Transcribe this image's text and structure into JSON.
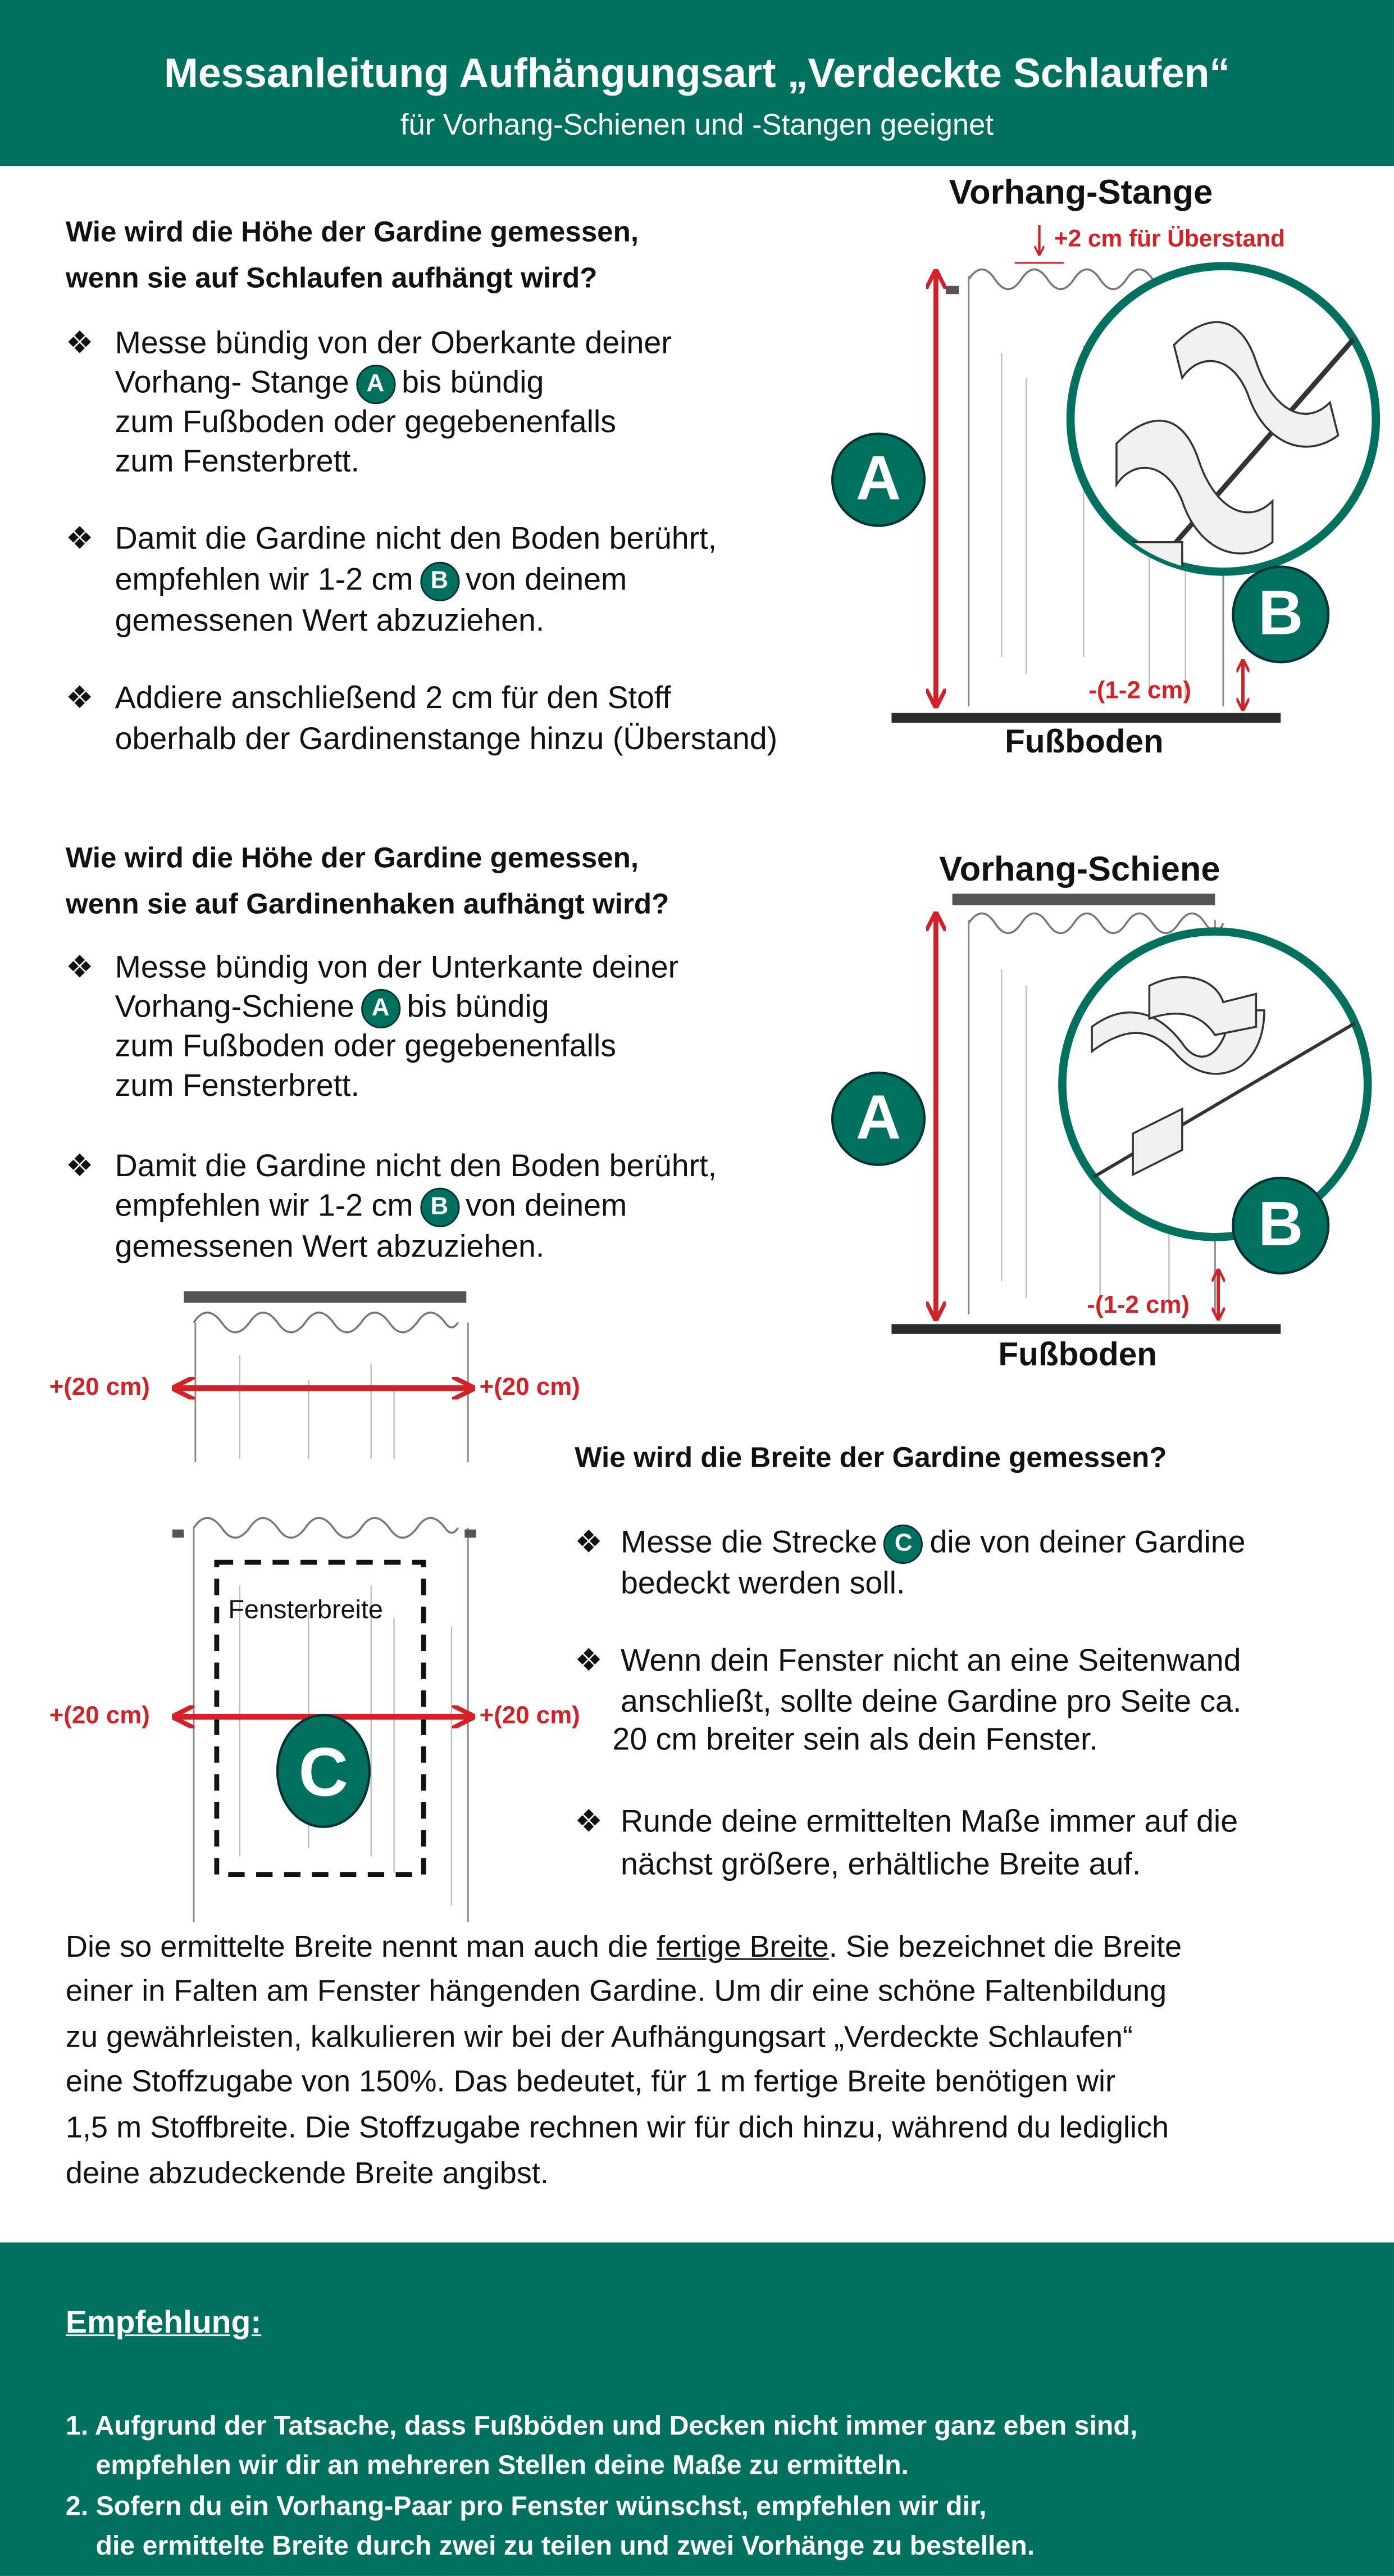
{
  "header": {
    "title": "Messanleitung Aufhängungsart „Verdeckte Schlaufen“",
    "subtitle": "für Vorhang-Schienen und -Stangen geeignet"
  },
  "colors": {
    "brand": "#00705f",
    "accent_red": "#d22228"
  },
  "bullet_icon": "diamond-bullet-icon",
  "section1": {
    "heading": [
      "Wie wird die Höhe der Gardine gemessen,",
      "wenn sie auf Schlaufen aufhängt wird?"
    ],
    "b1": {
      "l1": "Messe bündig von  der Oberkante deiner",
      "l2a": "Vorhang- Stange",
      "badge": "A",
      "l2b": "bis bündig",
      "l3": "zum Fußboden oder gegebenenfalls",
      "l4": "zum Fensterbrett."
    },
    "b2": {
      "l1": "Damit die Gardine nicht den Boden berührt,",
      "l2a": "empfehlen wir 1-2 cm",
      "badge": "B",
      "l2b": "von deinem",
      "l3": "gemessenen Wert abzuziehen."
    },
    "b3": {
      "l1": "Addiere anschließend 2 cm für den Stoff",
      "l2": "oberhalb der Gardinenstange hinzu (Überstand)"
    },
    "diagram": {
      "rod_label": "Vorhang-Stange",
      "overhang": "+2 cm für Überstand",
      "label_a": "A",
      "label_b": "B",
      "gap": "-(1-2 cm)",
      "floor": "Fußboden"
    }
  },
  "section2": {
    "heading": [
      "Wie wird die Höhe der Gardine gemessen,",
      "wenn sie auf Gardinenhaken aufhängt wird?"
    ],
    "b1": {
      "l1": "Messe bündig von der Unterkante deiner",
      "l2a": "Vorhang-Schiene",
      "badge": "A",
      "l2b": "bis bündig",
      "l3": "zum Fußboden oder gegebenenfalls",
      "l4": "zum Fensterbrett."
    },
    "b2": {
      "l1": "Damit die Gardine nicht den Boden berührt,",
      "l2a": "empfehlen wir 1-2 cm",
      "badge": "B",
      "l2b": "von deinem",
      "l3": "gemessenen Wert abzuziehen."
    },
    "diagram": {
      "rail_label": "Vorhang-Schiene",
      "label_a": "A",
      "label_b": "B",
      "gap": "-(1-2 cm)",
      "floor": "Fußboden"
    }
  },
  "section3": {
    "heading": "Wie wird die Breite der Gardine gemessen?",
    "b1": {
      "l1a": "Messe die Strecke",
      "badge": "C",
      "l1b": "die von deiner Gardine",
      "l2": "bedeckt werden soll."
    },
    "b2": {
      "l1": "Wenn dein Fenster nicht an eine Seitenwand",
      "l2": "anschließt, sollte deine Gardine pro Seite ca.",
      "l3": "20 cm breiter sein als dein Fenster."
    },
    "b3": {
      "l1": "Runde deine ermittelten Maße immer auf die",
      "l2": "nächst größere, erhältliche Breite auf."
    },
    "diagram": {
      "extra_left": "+(20 cm)",
      "extra_right": "+(20 cm)",
      "window_label": "Fensterbreite",
      "label_c": "C"
    }
  },
  "paragraph": {
    "l1a": "Die so ermittelte Breite nennt man auch die ",
    "l1u": "fertige Breite",
    "l1b": ". Sie bezeichnet die Breite",
    "l2": "einer in Falten am Fenster hängenden Gardine. Um dir eine schöne Faltenbildung",
    "l3": "zu gewährleisten, kalkulieren wir bei der Aufhängungsart „Verdeckte Schlaufen“",
    "l4": "eine Stoffzugabe von 150%. Das bedeutet, für 1 m fertige Breite benötigen wir",
    "l5": "1,5 m Stoffbreite. Die Stoffzugabe rechnen wir für dich hinzu, während du lediglich",
    "l6": "deine abzudeckende Breite angibst."
  },
  "footer": {
    "title": "Empfehlung:",
    "i1": [
      "1. Aufgrund der Tatsache, dass Fußböden und Decken nicht immer ganz eben sind,",
      "    empfehlen wir dir an mehreren Stellen deine Maße zu ermitteln."
    ],
    "i2": [
      "2. Sofern du ein Vorhang-Paar pro Fenster wünschst, empfehlen wir dir,",
      "    die ermittelte Breite durch zwei zu teilen und zwei Vorhänge zu bestellen."
    ]
  }
}
